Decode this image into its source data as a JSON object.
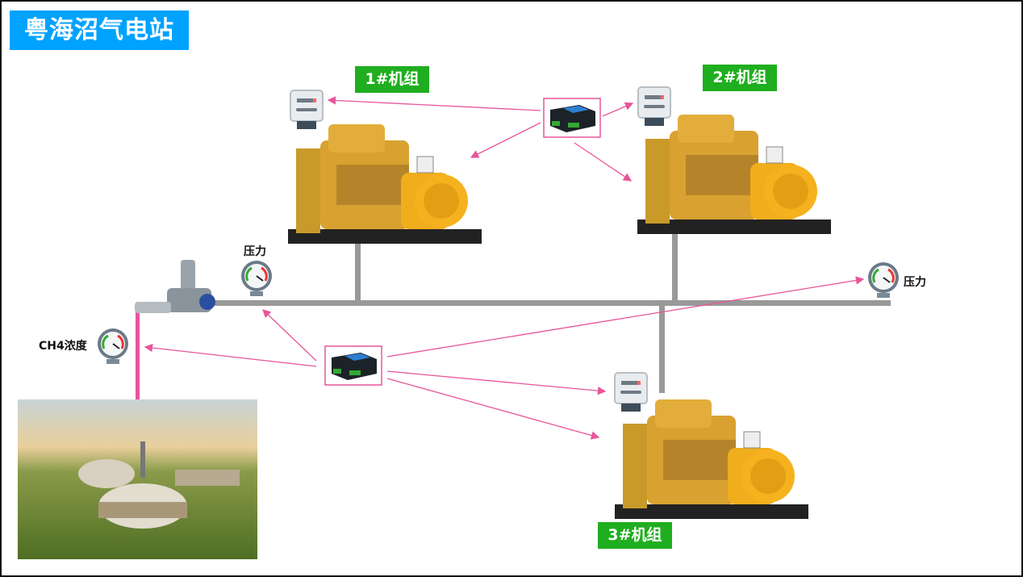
{
  "title": "粤海沼气电站",
  "units": [
    {
      "label": "1#机组"
    },
    {
      "label": "2#机组"
    },
    {
      "label": "3#机组"
    }
  ],
  "sensors": {
    "pressure_left": "压力",
    "pressure_right": "压力",
    "ch4": "CH4浓度"
  },
  "colors": {
    "title_bg": "#00a2ff",
    "unit_label_bg": "#1fae1f",
    "signal_line": "#e8559a",
    "pipe": "#999999"
  }
}
